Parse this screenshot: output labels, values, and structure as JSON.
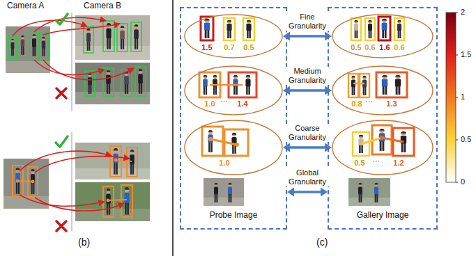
{
  "diagram": {
    "nodes": [
      {
        "text": [
          "Probe Image"
        ]
      },
      {
        "text": [
          "1.5",
          "0.7",
          "0.5"
        ],
        "in": 0
      },
      {
        "text": [
          "1.0",
          "···",
          "1.4"
        ],
        "in": 0
      },
      {
        "text": [
          "1.0"
        ],
        "in": 0
      },
      {
        "text": [
          "Gallery Image"
        ]
      },
      {
        "text": [
          "0.5",
          "0.6",
          "1.6",
          "0.6"
        ],
        "in": 4
      },
      {
        "text": [
          "0.8",
          "···",
          "1.3"
        ],
        "in": 4
      },
      {
        "text": [
          "0.5",
          "···",
          "1.2"
        ],
        "in": 4
      }
    ],
    "edges": [
      {
        "from": 1,
        "to": 5,
        "arrow": "both",
        "label": "Fine Granularity"
      },
      {
        "from": 2,
        "to": 6,
        "arrow": "both",
        "label": "Medium Granularity"
      },
      {
        "from": 3,
        "to": 7,
        "arrow": "both",
        "label": "Coarse Granularity"
      },
      {
        "from": 0,
        "to": 4,
        "arrow": "both",
        "label": "Global Granularity"
      }
    ],
    "labels": [
      "Camera A",
      "Camera B",
      "(b)",
      "(c)",
      "2",
      "1.5",
      "1",
      "0.5",
      "0"
    ]
  }
}
